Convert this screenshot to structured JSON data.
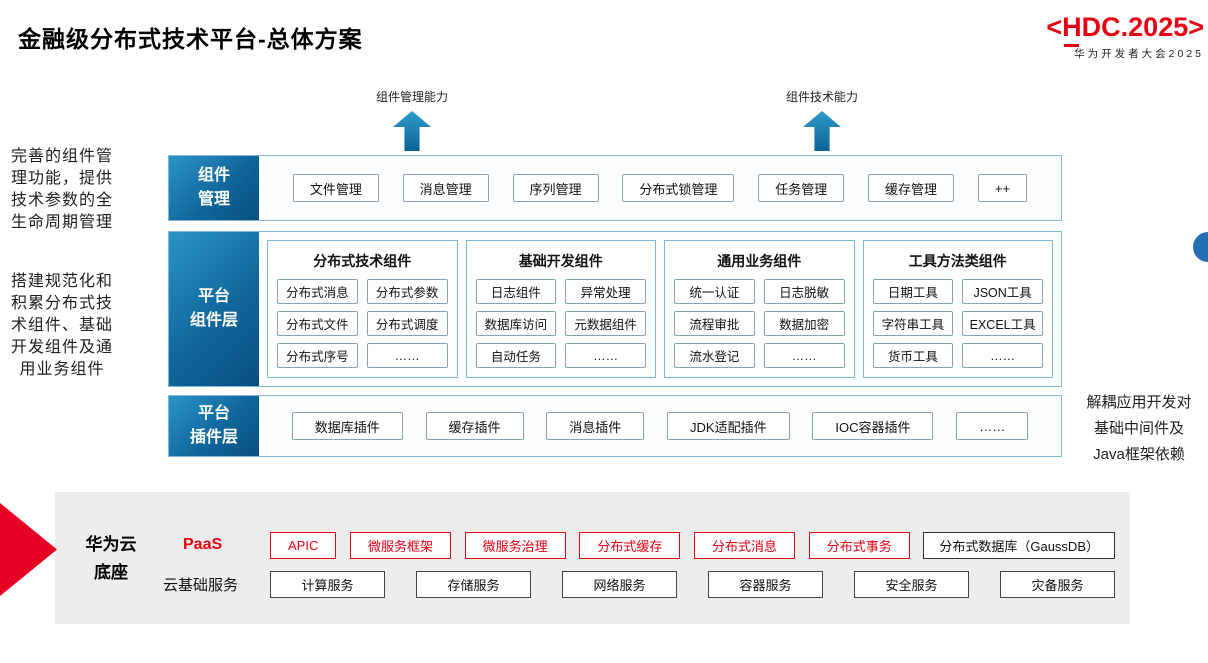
{
  "page": {
    "title": "金融级分布式技术平台-总体方案"
  },
  "logo": {
    "main": "<HDC.2025>",
    "sub": "华为开发者大会2025"
  },
  "top_arrows": [
    {
      "label": "组件管理能力"
    },
    {
      "label": "组件技术能力"
    }
  ],
  "annotations": {
    "left_top": "完善的组件管\n理功能，提供\n技术参数的全\n生命周期管理",
    "left_middle": "搭建规范化和\n积累分布式技\n术组件、基础\n开发组件及通\n用业务组件",
    "right": "解耦应用开发对\n基础中间件及\nJava框架依赖"
  },
  "component_mgmt_layer": {
    "label": "组件\n管理",
    "items": [
      "文件管理",
      "消息管理",
      "序列管理",
      "分布式锁管理",
      "任务管理",
      "缓存管理",
      "++"
    ]
  },
  "platform_component_layer": {
    "label": "平台\n组件层",
    "groups": [
      {
        "title": "分布式技术组件",
        "items": [
          "分布式消息",
          "分布式参数",
          "分布式文件",
          "分布式调度",
          "分布式序号",
          "……"
        ]
      },
      {
        "title": "基础开发组件",
        "items": [
          "日志组件",
          "异常处理",
          "数据库访问",
          "元数据组件",
          "自动任务",
          "……"
        ]
      },
      {
        "title": "通用业务组件",
        "items": [
          "统一认证",
          "日志脱敏",
          "流程审批",
          "数据加密",
          "流水登记",
          "……"
        ]
      },
      {
        "title": "工具方法类组件",
        "items": [
          "日期工具",
          "JSON工具",
          "字符串工具",
          "EXCEL工具",
          "货币工具",
          "……"
        ]
      }
    ]
  },
  "platform_plugin_layer": {
    "label": "平台\n插件层",
    "items": [
      "数据库插件",
      "缓存插件",
      "消息插件",
      "JDK适配插件",
      "IOC容器插件",
      "……"
    ]
  },
  "cloud_base": {
    "label": "华为云\n底座",
    "paas": {
      "label": "PaaS",
      "items": [
        "APIC",
        "微服务框架",
        "微服务治理",
        "分布式缓存",
        "分布式消息",
        "分布式事务"
      ],
      "db_item": "分布式数据库（GaussDB）"
    },
    "iaas": {
      "label": "云基础服务",
      "items": [
        "计算服务",
        "存储服务",
        "网络服务",
        "容器服务",
        "安全服务",
        "灾备服务"
      ]
    }
  },
  "colors": {
    "accent_red": "#e60012",
    "layer_blue_dark": "#084f80",
    "layer_blue_light": "#2a94c6",
    "border_blue": "#7db8d9",
    "base_gray": "#ededee"
  }
}
